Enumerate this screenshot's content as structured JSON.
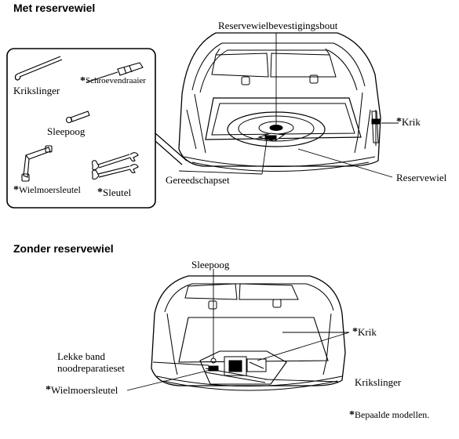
{
  "sections": {
    "with_spare": {
      "heading": "Met reservewiel",
      "labels": {
        "bolt": "Reservewielbevestigingsbout",
        "krikslinger": "Krikslinger",
        "schroevendraaier": "Schroevendraaier",
        "sleepoog": "Sleepoog",
        "wielmoersleutel": "Wielmoersleutel",
        "sleutel": "Sleutel",
        "krik": "Krik",
        "gereedschapset": "Gereedschapset",
        "reservewiel": "Reservewiel"
      }
    },
    "without_spare": {
      "heading": "Zonder reservewiel",
      "labels": {
        "sleepoog": "Sleepoog",
        "krik": "Krik",
        "lekke_band_line1": "Lekke band",
        "lekke_band_line2": "noodreparatieset",
        "krikslinger": "Krikslinger",
        "wielmoersleutel": "Wielmoersleutel"
      }
    }
  },
  "asterisk": "*",
  "footnote": "Bepaalde modellen."
}
